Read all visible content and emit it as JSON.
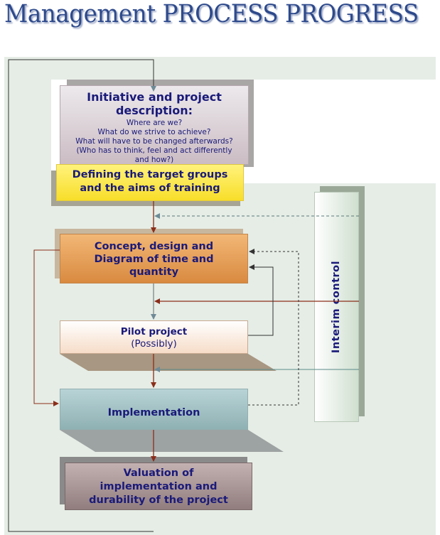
{
  "title": "Management PROCESS PROGRESS",
  "steps": {
    "initiative": {
      "title_line1": "Initiative and project",
      "title_line2": "description:",
      "q1": "Where are we?",
      "q2": "What do we strive to achieve?",
      "q3": "What will have to be changed afterwards?",
      "q4": "(Who has to think, feel and act differently",
      "q5": "and how?)"
    },
    "target": {
      "line1": "Defining the target groups",
      "line2": "and the aims of training"
    },
    "concept": {
      "line1": "Concept, design and",
      "line2": "Diagram of time and",
      "line3": "quantity"
    },
    "pilot": {
      "line1": "Pilot project",
      "line2": "(Possibly)"
    },
    "implementation": {
      "label": "Implementation"
    },
    "valuation": {
      "line1": "Valuation of",
      "line2": "implementation and",
      "line3": "durability of the project"
    }
  },
  "interim": {
    "label": "Interim control"
  },
  "colors": {
    "title": "#2e4a8c",
    "text": "#1a1a7a",
    "arrow_red": "#8b2e1a",
    "line": "#333333"
  }
}
